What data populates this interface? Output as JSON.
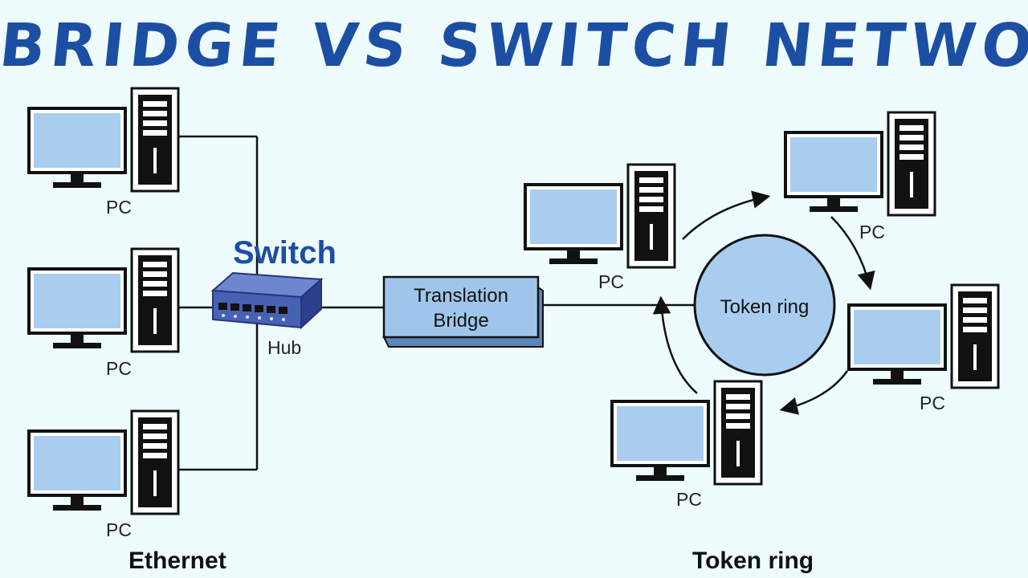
{
  "title": "BRIDGE VS SWITCH NETWORK",
  "labels": {
    "switch": "Switch",
    "hub": "Hub",
    "bridge_line1": "Translation",
    "bridge_line2": "Bridge",
    "token_ring_node": "Token ring",
    "ethernet_section": "Ethernet",
    "token_ring_section": "Token ring"
  },
  "ethernet_pcs": [
    {
      "label": "PC"
    },
    {
      "label": "PC"
    },
    {
      "label": "PC"
    }
  ],
  "ring_pcs": [
    {
      "label": "PC"
    },
    {
      "label": "PC"
    },
    {
      "label": "PC"
    },
    {
      "label": "PC"
    }
  ],
  "colors": {
    "title": "#1c4fa3",
    "screen": "#a9cdef",
    "bridge_fill": "#9fc6ea",
    "ring_fill": "#a9cdef",
    "hub_body": "#4862b3"
  }
}
